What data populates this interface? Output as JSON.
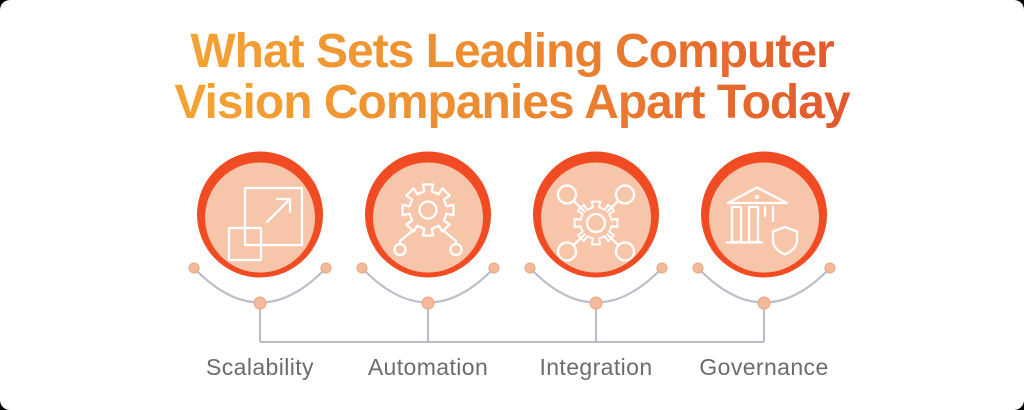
{
  "title": {
    "line1": "What Sets Leading Computer",
    "line2": "Vision Companies Apart Today"
  },
  "items": [
    {
      "label": "Scalability",
      "icon": "scale-expand-icon"
    },
    {
      "label": "Automation",
      "icon": "gear-connectors-icon"
    },
    {
      "label": "Integration",
      "icon": "gear-network-icon"
    },
    {
      "label": "Governance",
      "icon": "bank-shield-icon"
    }
  ],
  "colors": {
    "page_bg": "#000000",
    "card_bg": "#FFFFFF",
    "title_grad_start": "#F4A634",
    "title_grad_mid": "#ED8A30",
    "title_grad_end": "#E1532C",
    "ring": "#F04B23",
    "circle_fill": "#F7C6AA",
    "dot_fill": "#F2BA9B",
    "dot_stroke": "#E9A580",
    "connector": "#B9BBC7",
    "label_text": "#6B6B70",
    "icon_stroke": "#FFFFFF"
  }
}
